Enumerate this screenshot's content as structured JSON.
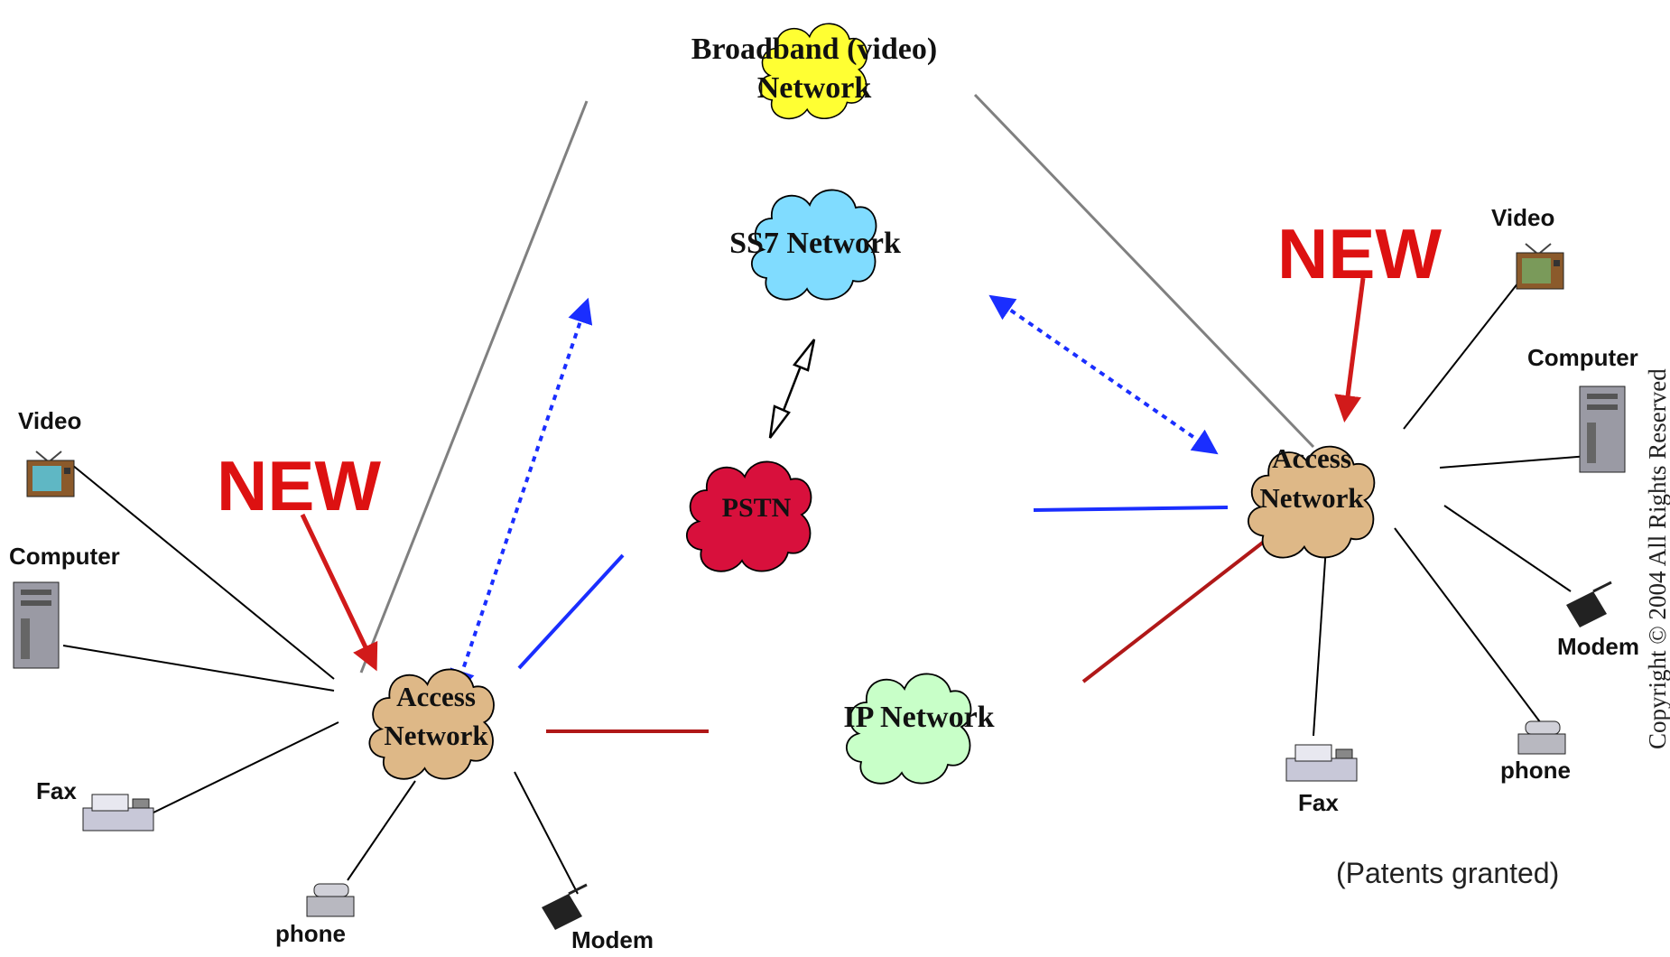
{
  "clouds": {
    "broadband": {
      "line1": "Broadband (video)",
      "line2": "Network",
      "color": "#ffff33"
    },
    "ss7": {
      "line1": "SS7 Network",
      "color": "#80dcff"
    },
    "pstn": {
      "line1": "PSTN",
      "color": "#d8103c"
    },
    "ip": {
      "line1": "IP Network",
      "color": "#c8ffc8"
    },
    "access_left": {
      "line1": "Access",
      "line2": "Network",
      "color": "#deb887"
    },
    "access_right": {
      "line1": "Access",
      "line2": "Network",
      "color": "#deb887"
    }
  },
  "labels": {
    "new_left": "NEW",
    "new_right": "NEW",
    "patents": "(Patents granted)",
    "copyright": "Copyright © 2004 All Rights Reserved"
  },
  "devices_left": {
    "video": "Video",
    "computer": "Computer",
    "fax": "Fax",
    "phone": "phone",
    "modem": "Modem"
  },
  "devices_right": {
    "video": "Video",
    "computer": "Computer",
    "modem": "Modem",
    "phone": "phone",
    "fax": "Fax"
  },
  "icons": [
    "tv-icon",
    "computer-tower-icon",
    "fax-icon",
    "phone-icon",
    "modem-icon"
  ],
  "colors": {
    "new_arrow": "#d11a1a",
    "signal_link": "#1a2eff",
    "broadband_link": "#808080",
    "ip_link": "#b01818",
    "device_link": "#000000"
  }
}
